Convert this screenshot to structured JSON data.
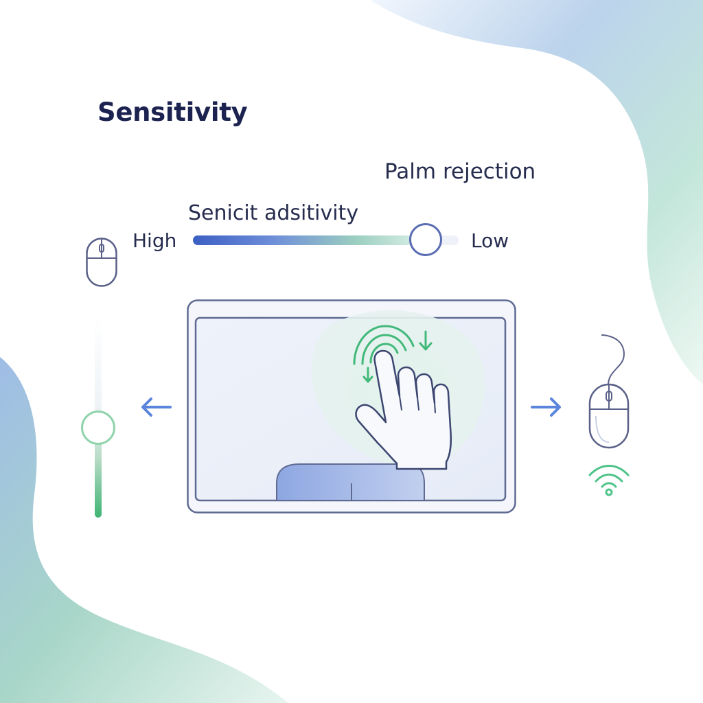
{
  "title": "Sensitivity",
  "palm_rejection": {
    "label": "Palm rejection"
  },
  "sensitivity_slider": {
    "label": "Senicit adsitivity",
    "high_label": "High",
    "low_label": "Low",
    "value_fraction": 0.89,
    "fill_gradient": [
      "#3c5fc4",
      "#6f8fd8",
      "#9ccfc0",
      "#dff1ea"
    ]
  },
  "vertical_slider": {
    "value_fraction": 0.5,
    "accent": "#3eb473"
  },
  "icons": [
    "mouse-icon",
    "arrow-left-icon",
    "arrow-right-icon",
    "mouse-with-cable-icon",
    "wireless-signal-icon",
    "hand-gesture-icon",
    "touch-ripple-icon",
    "arrow-down-icon"
  ],
  "colors": {
    "title": "#1c2350",
    "blue_accent": "#5b85dc",
    "green_accent": "#3eb473",
    "outline": "#5a6088"
  }
}
